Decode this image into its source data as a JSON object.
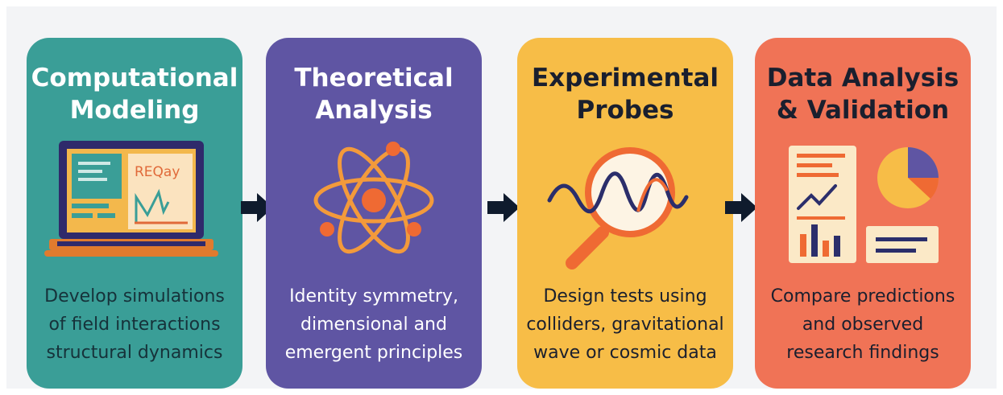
{
  "stages": [
    {
      "title": "Computational\nModeling",
      "description": "Develop simulations\nof field interactions\nstructural dynamics",
      "icon": "laptop-simulation-icon",
      "screen_text": "REQay"
    },
    {
      "title": "Theoretical\nAnalysis",
      "description": "Identity symmetry,\ndimensional and\nemergent principles",
      "icon": "atom-icon"
    },
    {
      "title": "Experimental\nProbes",
      "description": "Design tests using\ncolliders, gravitational\nwave or cosmic data",
      "icon": "magnifier-wave-icon"
    },
    {
      "title": "Data Analysis\n& Validation",
      "description": "Compare predictions\nand observed\nresearch findings",
      "icon": "report-charts-icon"
    }
  ],
  "arrows": [
    "right-arrow-icon",
    "right-arrow-icon",
    "right-arrow-icon"
  ],
  "colors": {
    "modeling": "#3a9e97",
    "theory": "#5f55a3",
    "experiment": "#f7bd47",
    "validation": "#f07356",
    "arrow": "#0f1b2d"
  }
}
